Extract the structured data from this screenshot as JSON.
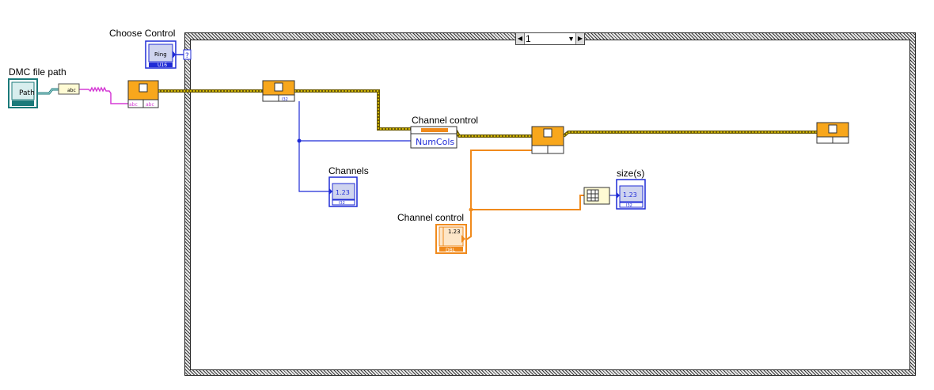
{
  "labels": {
    "choose_control": "Choose Control",
    "dmc_file_path": "DMC file path",
    "channel_control_node": "Channel control",
    "channel_control_terminal": "Channel control",
    "channels": "Channels",
    "sizes": "size(s)"
  },
  "case_structure": {
    "selector_value": "1"
  },
  "terminals": {
    "ring": "Ring",
    "ring_type": "U16",
    "path": "Path",
    "numcols": "NumCols",
    "numeric": "1.23",
    "i32": "I32",
    "dbl": "DBL",
    "abc": "abc",
    "question": "?"
  },
  "colors": {
    "cluster_wire": "#6b5a00",
    "cluster_wire_light": "#f2d400",
    "path_wire": "#1b7a7a",
    "string_wire": "#d53bd5",
    "int_wire": "#1f2bd6",
    "dbl_wire": "#f08a1c",
    "node_orange": "#f8a71c"
  }
}
